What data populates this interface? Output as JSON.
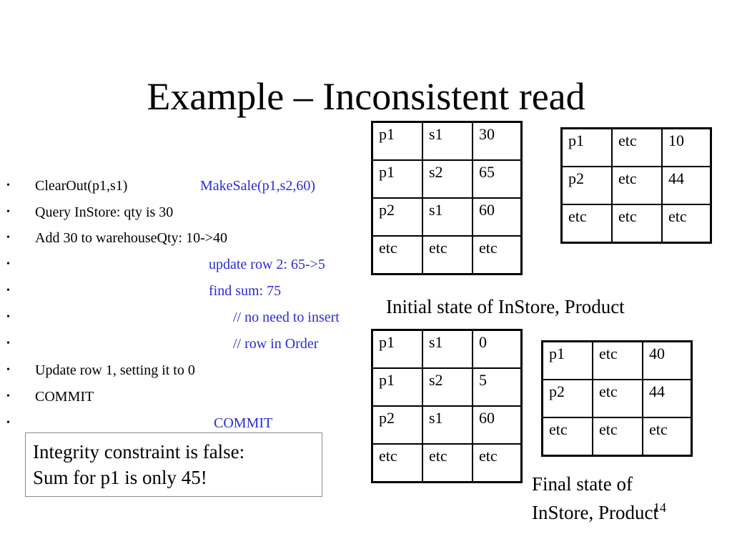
{
  "slide": {
    "title": "Example – Inconsistent read",
    "page_number": "14"
  },
  "bullets": [
    {
      "left": "ClearOut(p1,s1)",
      "right": "MakeSale(p1,s2,60)",
      "right_indent": "280px"
    },
    {
      "left": "Query InStore: qty is 30",
      "right": "",
      "right_indent": "292px"
    },
    {
      "left": "Add 30 to warehouseQty: 10->40",
      "right": "",
      "right_indent": "292px"
    },
    {
      "left": "",
      "right": "update row 2: 65->5",
      "right_indent": "292px"
    },
    {
      "left": "",
      "right": "find sum: 75",
      "right_indent": "292px"
    },
    {
      "left": "",
      "right": "// no need to insert",
      "right_indent": "326px"
    },
    {
      "left": "",
      "right": "// row in Order",
      "right_indent": "326px"
    },
    {
      "left": "Update row 1, setting it to 0",
      "right": "",
      "right_indent": "292px"
    },
    {
      "left": "COMMIT",
      "right": "",
      "right_indent": "292px"
    },
    {
      "left": "",
      "right": "COMMIT",
      "right_indent": "299px"
    }
  ],
  "tables": {
    "instore_initial": [
      [
        "p1",
        "s1",
        "30"
      ],
      [
        "p1",
        "s2",
        "65"
      ],
      [
        "p2",
        "s1",
        "60"
      ],
      [
        "etc",
        "etc",
        "etc"
      ]
    ],
    "product_initial": [
      [
        "p1",
        "etc",
        "10"
      ],
      [
        "p2",
        "etc",
        "44"
      ],
      [
        "etc",
        "etc",
        "etc"
      ]
    ],
    "instore_final": [
      [
        "p1",
        "s1",
        "0"
      ],
      [
        "p1",
        "s2",
        "5"
      ],
      [
        "p2",
        "s1",
        "60"
      ],
      [
        "etc",
        "etc",
        "etc"
      ]
    ],
    "product_final": [
      [
        "p1",
        "etc",
        "40"
      ],
      [
        "p2",
        "etc",
        "44"
      ],
      [
        "etc",
        "etc",
        "etc"
      ]
    ]
  },
  "captions": {
    "initial": "Initial state of InStore, Product",
    "final_line1": "Final state of",
    "final_line2": "InStore, Product"
  },
  "callout": {
    "line1": "Integrity constraint is false:",
    "line2": "Sum for p1 is only 45!"
  }
}
